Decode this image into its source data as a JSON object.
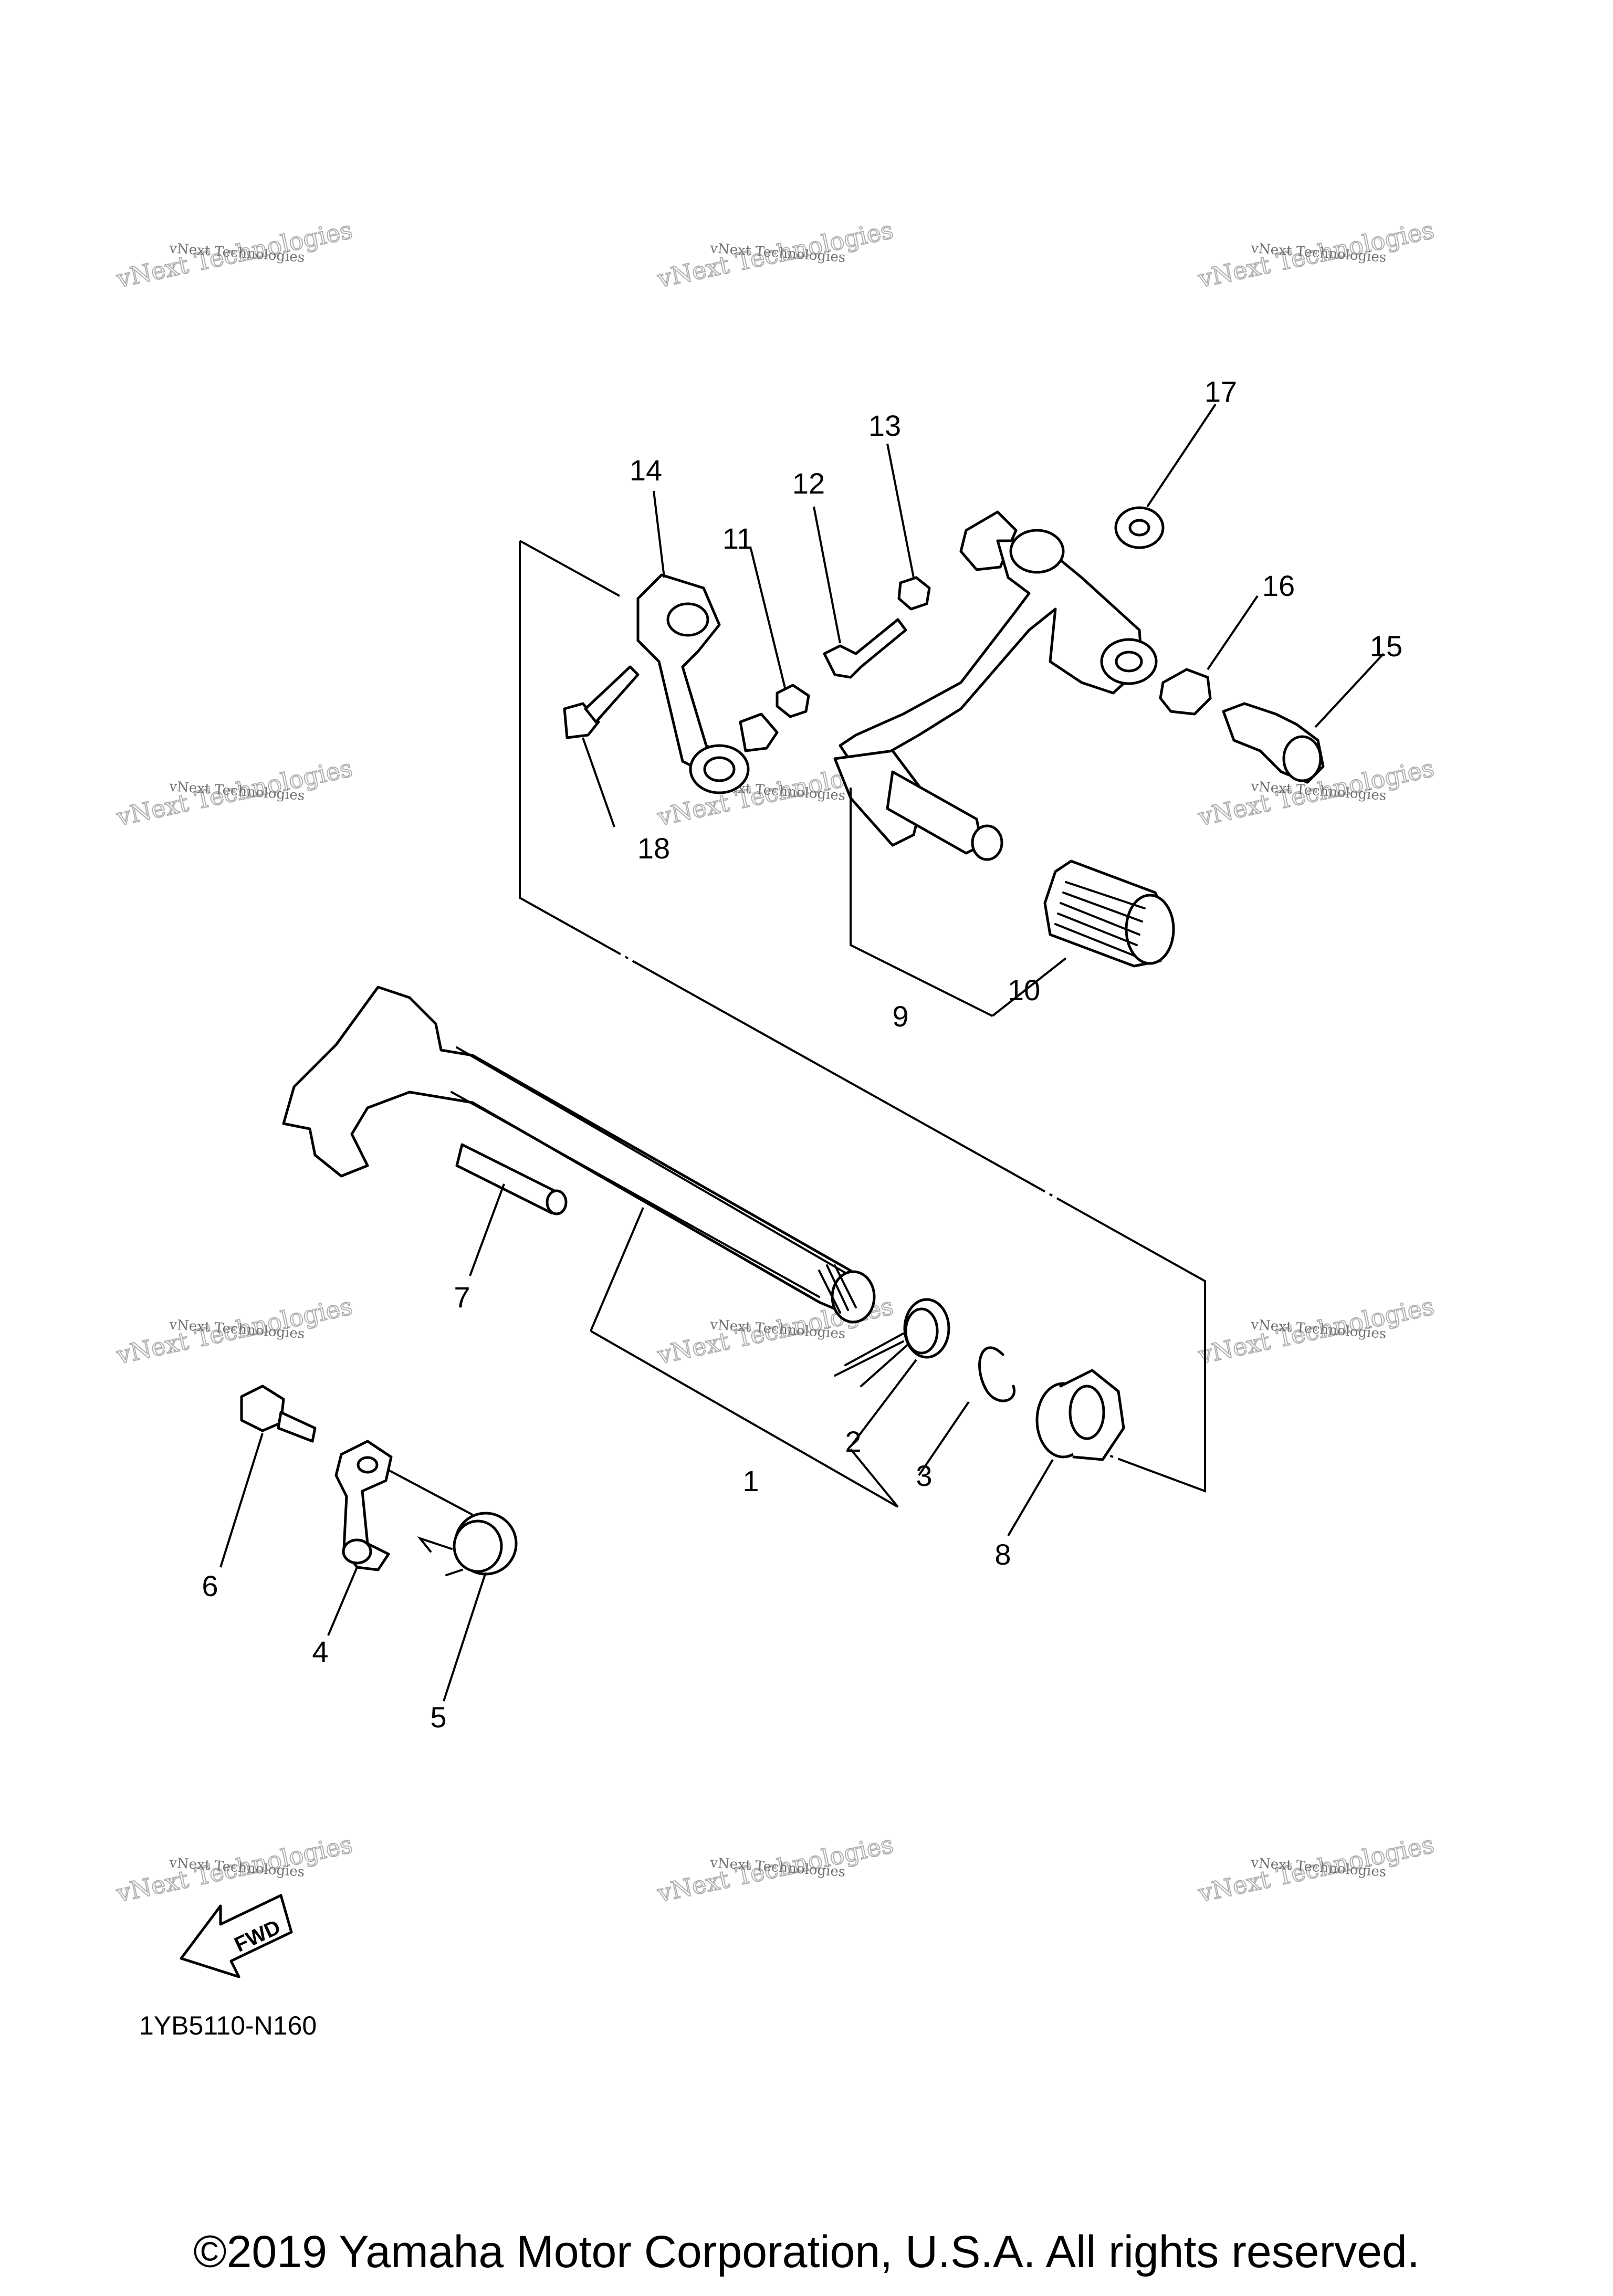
{
  "diagram": {
    "callouts": [
      "1",
      "2",
      "3",
      "4",
      "5",
      "6",
      "7",
      "8",
      "9",
      "10",
      "11",
      "12",
      "13",
      "14",
      "15",
      "16",
      "17",
      "18"
    ],
    "watermark": {
      "big": "vNext Technologies",
      "small": "vNext Technologies"
    },
    "fwd_label": "FWD",
    "part_code": "1YB5110-N160",
    "copyright": "©2019 Yamaha Motor Corporation, U.S.A. All rights reserved."
  }
}
